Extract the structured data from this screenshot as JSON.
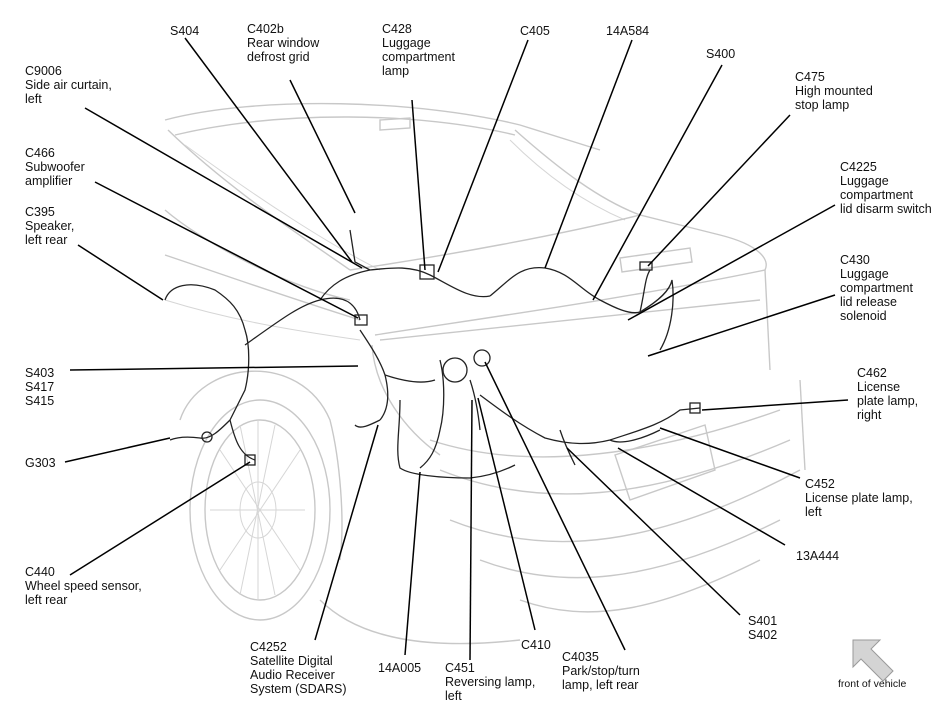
{
  "title": "",
  "callouts": [
    {
      "id": "s404",
      "text": "S404"
    },
    {
      "id": "c402b",
      "text": "C402b\nRear window\ndefrost grid"
    },
    {
      "id": "c428",
      "text": "C428\nLuggage\ncompartment\nlamp"
    },
    {
      "id": "c405",
      "text": "C405"
    },
    {
      "id": "14a584",
      "text": "14A584"
    },
    {
      "id": "s400",
      "text": "S400"
    },
    {
      "id": "c475",
      "text": "C475\nHigh mounted\nstop lamp"
    },
    {
      "id": "c9006",
      "text": "C9006\nSide air curtain,\nleft"
    },
    {
      "id": "c466",
      "text": "C466\nSubwoofer\namplifier"
    },
    {
      "id": "c4225",
      "text": "C4225\nLuggage\ncompartment\nlid disarm switch"
    },
    {
      "id": "c395",
      "text": "C395\nSpeaker,\nleft rear"
    },
    {
      "id": "c430",
      "text": "C430\nLuggage\ncompartment\nlid release\nsolenoid"
    },
    {
      "id": "s403",
      "text": "S403\nS417\nS415"
    },
    {
      "id": "c462",
      "text": "C462\nLicense\nplate lamp,\nright"
    },
    {
      "id": "g303",
      "text": "G303"
    },
    {
      "id": "c452",
      "text": "C452\nLicense plate lamp,\nleft"
    },
    {
      "id": "13a444",
      "text": "13A444"
    },
    {
      "id": "c440",
      "text": "C440\nWheel speed sensor,\nleft rear"
    },
    {
      "id": "s401",
      "text": "S401\nS402"
    },
    {
      "id": "c4252",
      "text": "C4252\nSatellite Digital\nAudio Receiver\nSystem (SDARS)"
    },
    {
      "id": "14a005",
      "text": "14A005"
    },
    {
      "id": "c451",
      "text": "C451\nReversing lamp,\nleft"
    },
    {
      "id": "c410",
      "text": "C410"
    },
    {
      "id": "c4035",
      "text": "C4035\nPark/stop/turn\nlamp, left rear"
    }
  ],
  "orientation": {
    "label": "front of vehicle",
    "arrow_icon": "arrow-up-left-icon"
  },
  "colors": {
    "vehicle_outline": "#c8c8c8",
    "harness": "#222222",
    "leader_line": "#000000",
    "arrow_fill": "#d4d4d4"
  }
}
